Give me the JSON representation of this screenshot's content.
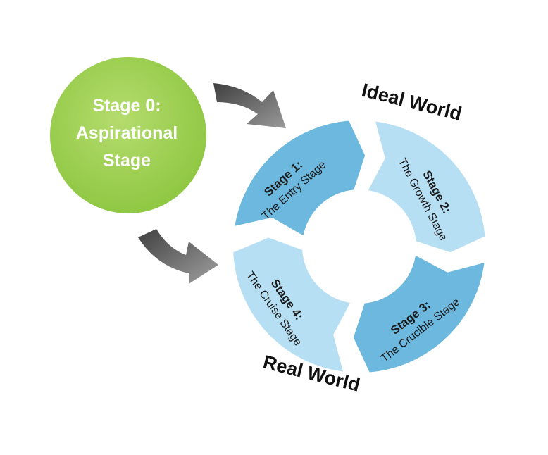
{
  "colors": {
    "stage0": "#8cc63f",
    "stage0_light": "#b5dc6e",
    "segment_dark": "#6cb8de",
    "segment_light": "#b7dff3",
    "segment_stroke": "#ffffff",
    "arrow": "#5a5a5a",
    "text_dark": "#1a1a1a"
  },
  "stage0": {
    "lines": [
      "Stage 0:",
      "Aspirational",
      "Stage"
    ]
  },
  "labels": {
    "ideal_world": "Ideal World",
    "real_world": "Real World"
  },
  "stages": [
    {
      "title": "Stage 1:",
      "subtitle": "The Entry Stage",
      "tone": "dark"
    },
    {
      "title": "Stage 2:",
      "subtitle": "The Growth Stage",
      "tone": "light"
    },
    {
      "title": "Stage 3:",
      "subtitle": "The Crucible Stage",
      "tone": "dark"
    },
    {
      "title": "Stage 4:",
      "subtitle": "The Cruise Stage",
      "tone": "light"
    }
  ],
  "icons": {
    "upper_arrow": "curved-arrow-icon",
    "lower_arrow": "curved-arrow-icon"
  }
}
